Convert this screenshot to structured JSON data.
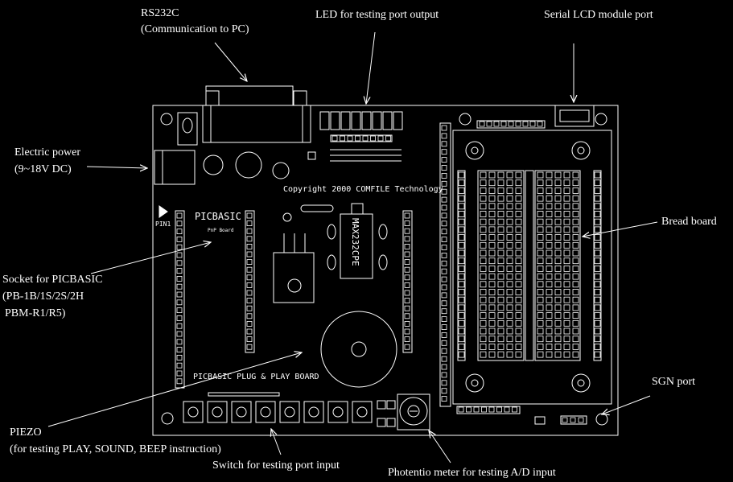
{
  "board": {
    "copyright": "Copyright 2000 COMFILE Technology",
    "picbasic_title": "PICBASIC",
    "pnp_board": "PnP Board",
    "bottom_title": "PICBASIC PLUG & PLAY BOARD",
    "pin1": "PIN1",
    "chip_label": "MAX232CPE"
  },
  "callouts": {
    "rs232c": "RS232C",
    "rs232c_sub": "(Communication to PC)",
    "led": "LED for testing port output",
    "lcd": "Serial LCD module port",
    "power": "Electric power",
    "power_sub": "(9~18V DC)",
    "socket": "Socket for PICBASIC",
    "socket_sub1": "(PB-1B/1S/2S/2H",
    "socket_sub2": "PBM-R1/R5)",
    "breadboard": "Bread board",
    "piezo": "PIEZO",
    "piezo_sub": "(for testing PLAY, SOUND, BEEP instruction)",
    "switch": "Switch for testing port input",
    "pot": "Photentio meter for testing A/D input",
    "sgn": "SGN port"
  }
}
